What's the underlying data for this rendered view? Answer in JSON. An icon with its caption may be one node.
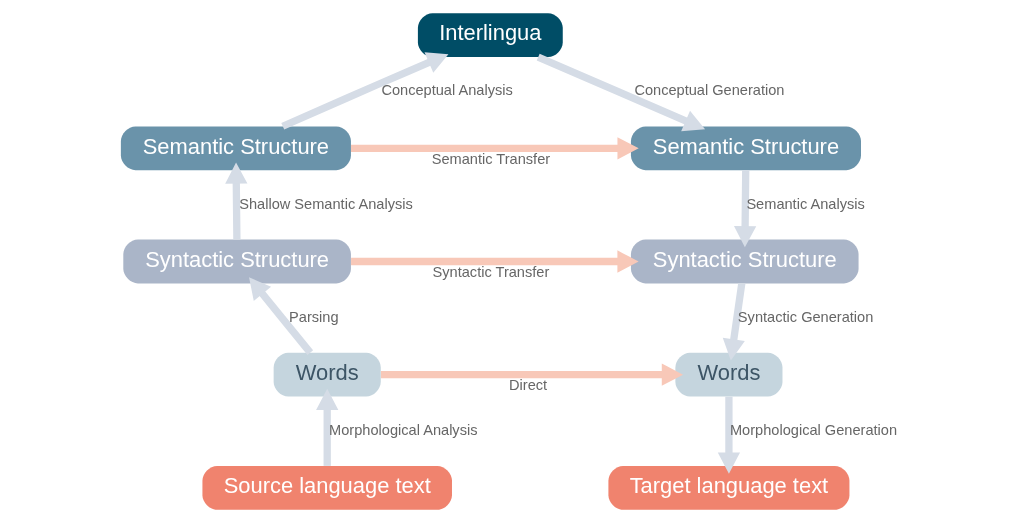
{
  "diagram": {
    "nodes": [
      {
        "text": [
          "Interlingua"
        ]
      },
      {
        "text": [
          "Semantic Structure"
        ]
      },
      {
        "text": [
          "Semantic Structure"
        ]
      },
      {
        "text": [
          "Syntactic Structure"
        ]
      },
      {
        "text": [
          "Syntactic Structure"
        ]
      },
      {
        "text": [
          "Words"
        ]
      },
      {
        "text": [
          "Words"
        ]
      },
      {
        "text": [
          "Source language text"
        ]
      },
      {
        "text": [
          "Target language text"
        ]
      }
    ],
    "edges": [
      {
        "from": 7,
        "to": 5,
        "arrow": "to",
        "label": "Morphological Analysis"
      },
      {
        "from": 5,
        "to": 3,
        "arrow": "to",
        "label": "Parsing"
      },
      {
        "from": 3,
        "to": 1,
        "arrow": "to",
        "label": "Shallow Semantic Analysis"
      },
      {
        "from": 1,
        "to": 0,
        "arrow": "to",
        "label": "Conceptual Analysis"
      },
      {
        "from": 0,
        "to": 2,
        "arrow": "to",
        "label": "Conceptual Generation"
      },
      {
        "from": 2,
        "to": 4,
        "arrow": "to",
        "label": "Semantic Analysis"
      },
      {
        "from": 4,
        "to": 6,
        "arrow": "to",
        "label": "Syntactic Generation"
      },
      {
        "from": 6,
        "to": 8,
        "arrow": "to",
        "label": "Morphological Generation"
      },
      {
        "from": 1,
        "to": 2,
        "arrow": "to",
        "label": "Semantic Transfer",
        "color": "#f8c8b8"
      },
      {
        "from": 3,
        "to": 4,
        "arrow": "to",
        "label": "Syntactic Transfer",
        "color": "#f8c8b8"
      },
      {
        "from": 5,
        "to": 6,
        "arrow": "to",
        "label": "Direct",
        "color": "#f8c8b8"
      }
    ]
  }
}
